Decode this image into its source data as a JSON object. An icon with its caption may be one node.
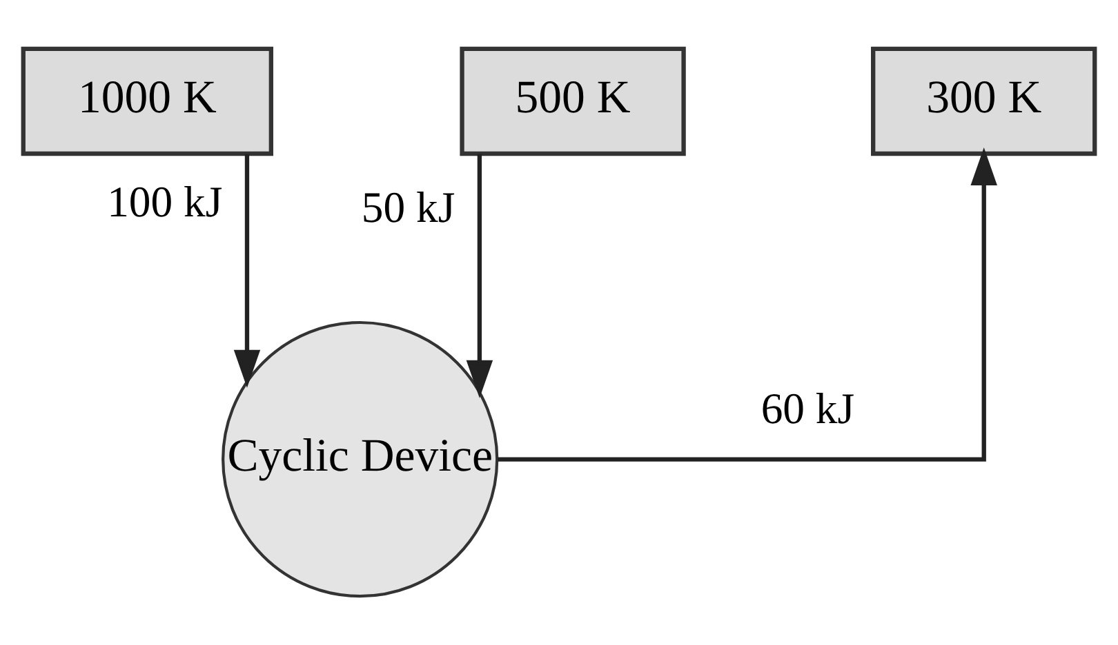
{
  "diagram": {
    "nodes": [
      {
        "text": [
          "1000 K"
        ]
      },
      {
        "text": [
          "500 K"
        ]
      },
      {
        "text": [
          "300 K"
        ]
      },
      {
        "text": [
          "Cyclic Device"
        ]
      }
    ],
    "edges": [
      {
        "from": 0,
        "to": 3,
        "arrow": "to",
        "label": "100 kJ"
      },
      {
        "from": 1,
        "to": 3,
        "arrow": "to",
        "label": "50 kJ"
      },
      {
        "from": 3,
        "to": 2,
        "arrow": "to",
        "label": "60 kJ"
      }
    ]
  }
}
